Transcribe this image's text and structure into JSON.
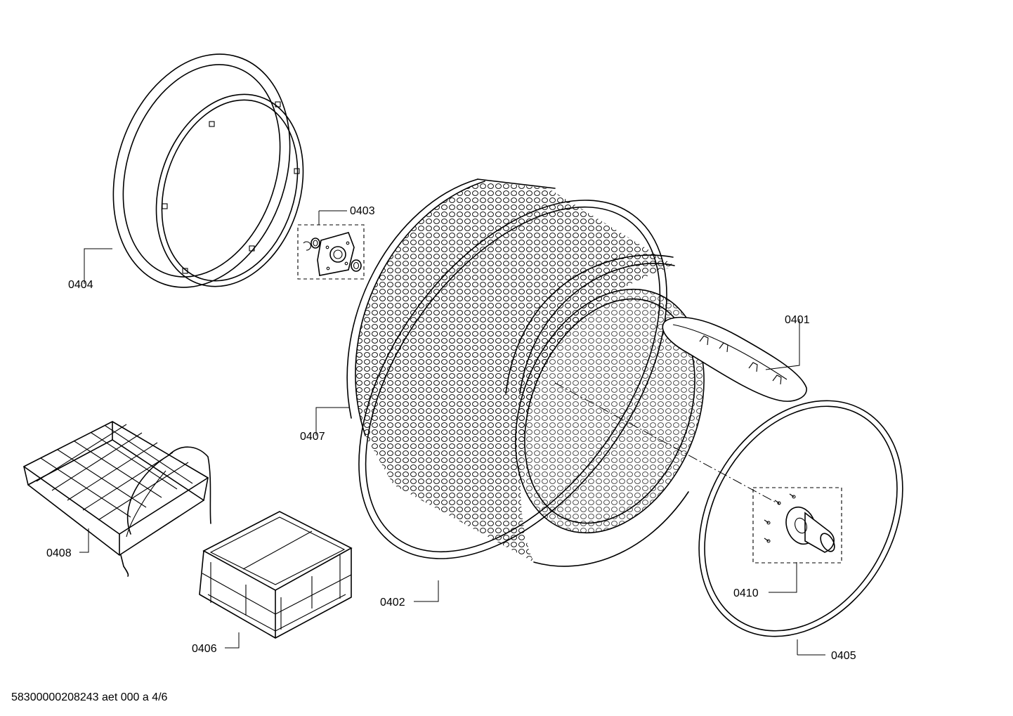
{
  "callouts": {
    "c0401": "0401",
    "c0402": "0402",
    "c0403": "0403",
    "c0404": "0404",
    "c0405": "0405",
    "c0406": "0406",
    "c0407": "0407",
    "c0408": "0408",
    "c0410": "0410"
  },
  "footer": {
    "doc_ref": "58300000208243 aet 000 a 4/6"
  }
}
